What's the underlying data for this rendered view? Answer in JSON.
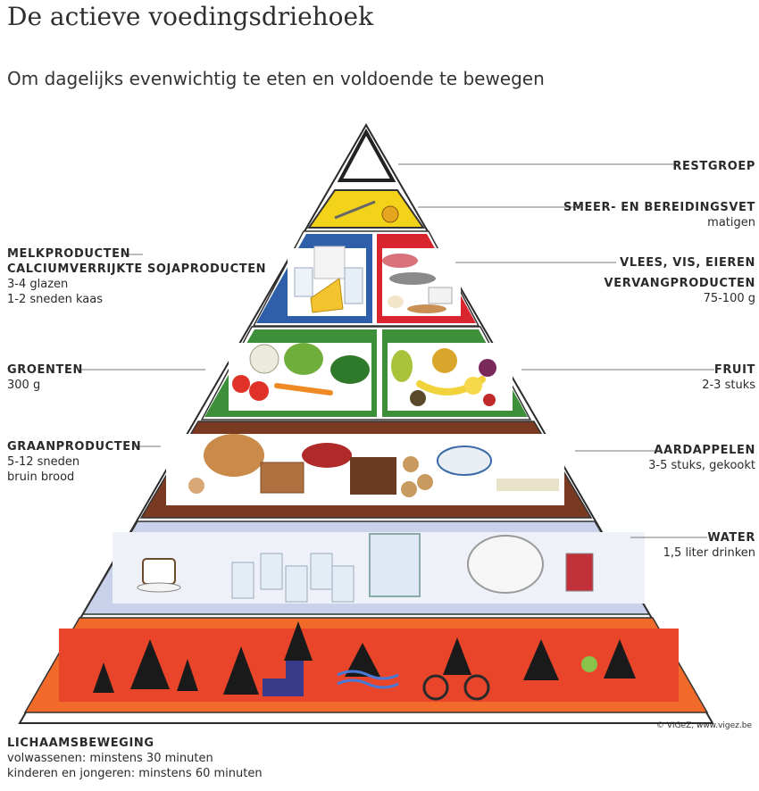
{
  "title": "De actieve voedingsdriehoek",
  "subtitle": "Om dagelijks evenwichtig te eten en voldoende te bewegen",
  "labels": {
    "restgroep": "RESTGROEP",
    "smeervet_name": "SMEER- EN BEREIDINGSVET",
    "smeervet_value": "matigen",
    "melk_name1": "MELKPRODUCTEN",
    "melk_name2": "CALCIUMVERRIJKTE SOJAPRODUCTEN",
    "melk_value1": "3-4 glazen",
    "melk_value2": "1-2 sneden kaas",
    "vlees_name1": "VLEES, VIS, EIEREN",
    "vlees_name2": "VERVANGPRODUCTEN",
    "vlees_value": "75-100 g",
    "groenten_name": "GROENTEN",
    "groenten_value": "300 g",
    "fruit_name": "FRUIT",
    "fruit_value": "2-3 stuks",
    "graan_name": "GRAANPRODUCTEN",
    "graan_value1": "5-12 sneden",
    "graan_value2": "bruin brood",
    "aardappel_name": "AARDAPPELEN",
    "aardappel_value": "3-5 stuks, gekookt",
    "water_name": "WATER",
    "water_value": "1,5 liter drinken",
    "beweging_name": "LICHAAMSBEWEGING",
    "beweging_value1": "volwassenen: minstens 30 minuten",
    "beweging_value2": "kinderen en jongeren: minstens 60 minuten"
  },
  "copyright": "© VIGeZ, www.vigez.be",
  "colors": {
    "fat_layer": "#f3d21a",
    "dairy_box": "#2f5fa8",
    "meat_box": "#d9262e",
    "veg_fruit_box": "#3e8f3a",
    "grain_layer": "#7a3a22",
    "water_layer": "#c9d2ea",
    "activity_layer": "#e8452a"
  }
}
